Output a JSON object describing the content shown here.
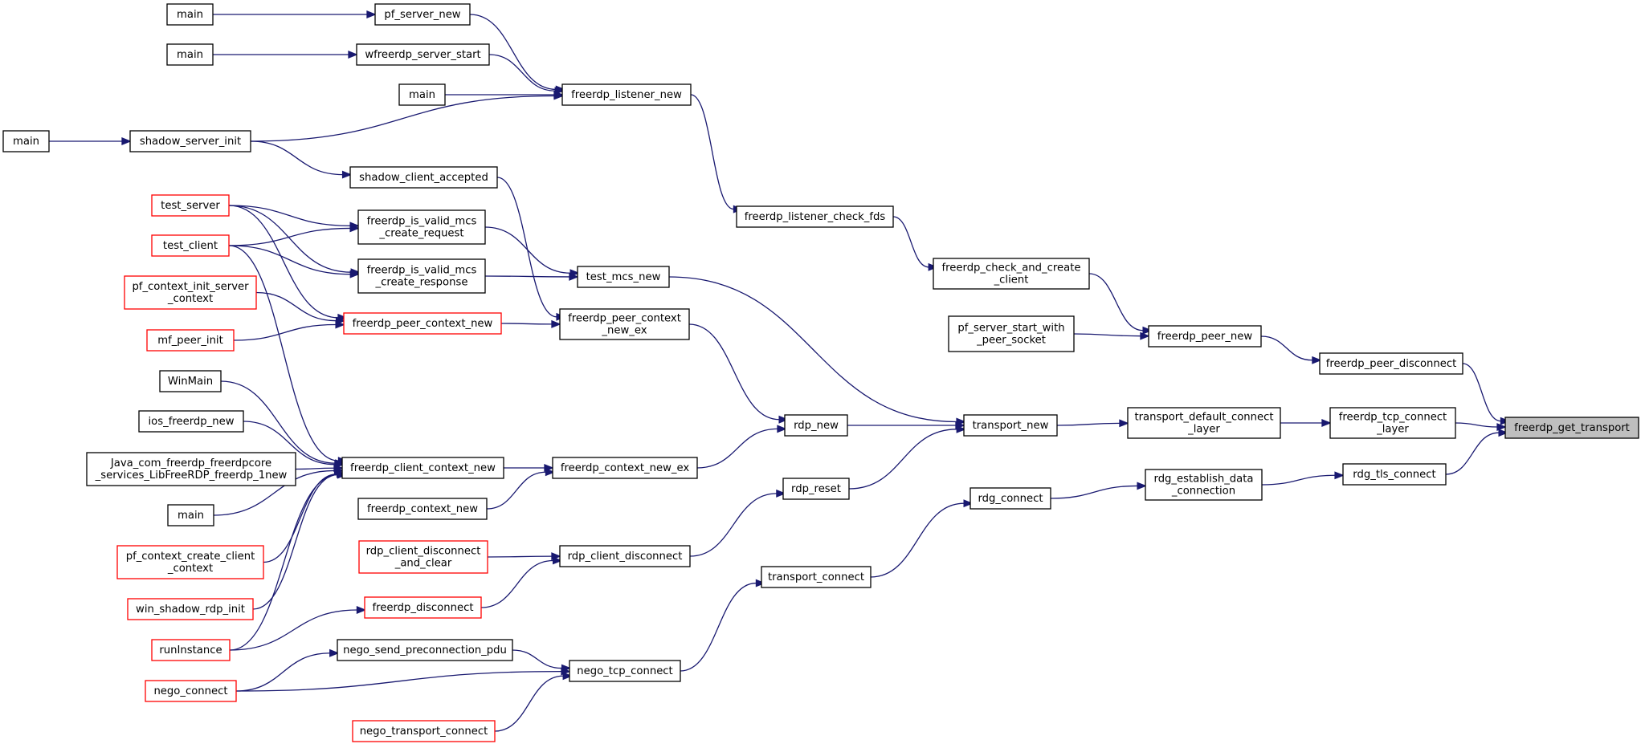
{
  "graph": {
    "root": "n_get_transport",
    "nodes": [
      {
        "id": "n_get_transport",
        "lines": [
          "freerdp_get_transport"
        ],
        "kind": "root"
      },
      {
        "id": "n_peer_disconnect",
        "lines": [
          "freerdp_peer_disconnect"
        ],
        "kind": "normal"
      },
      {
        "id": "n_tcp_connect_layer",
        "lines": [
          "freerdp_tcp_connect",
          "_layer"
        ],
        "kind": "normal"
      },
      {
        "id": "n_rdg_tls_connect",
        "lines": [
          "rdg_tls_connect"
        ],
        "kind": "normal"
      },
      {
        "id": "n_peer_new",
        "lines": [
          "freerdp_peer_new"
        ],
        "kind": "normal"
      },
      {
        "id": "n_transport_default",
        "lines": [
          "transport_default_connect",
          "_layer"
        ],
        "kind": "normal"
      },
      {
        "id": "n_rdg_establish",
        "lines": [
          "rdg_establish_data",
          "_connection"
        ],
        "kind": "normal"
      },
      {
        "id": "n_check_create",
        "lines": [
          "freerdp_check_and_create",
          "_client"
        ],
        "kind": "normal"
      },
      {
        "id": "n_pf_server_start",
        "lines": [
          "pf_server_start_with",
          "_peer_socket"
        ],
        "kind": "normal"
      },
      {
        "id": "n_transport_new",
        "lines": [
          "transport_new"
        ],
        "kind": "normal"
      },
      {
        "id": "n_rdg_connect",
        "lines": [
          "rdg_connect"
        ],
        "kind": "normal"
      },
      {
        "id": "n_listener_check",
        "lines": [
          "freerdp_listener_check_fds"
        ],
        "kind": "normal"
      },
      {
        "id": "n_listener_new",
        "lines": [
          "freerdp_listener_new"
        ],
        "kind": "normal"
      },
      {
        "id": "n_pf_server_new",
        "lines": [
          "pf_server_new"
        ],
        "kind": "normal"
      },
      {
        "id": "n_wfreerdp_start",
        "lines": [
          "wfreerdp_server_start"
        ],
        "kind": "normal"
      },
      {
        "id": "n_main1",
        "lines": [
          "main"
        ],
        "kind": "normal"
      },
      {
        "id": "n_main2",
        "lines": [
          "main"
        ],
        "kind": "normal"
      },
      {
        "id": "n_main3",
        "lines": [
          "main"
        ],
        "kind": "normal"
      },
      {
        "id": "n_main4",
        "lines": [
          "main"
        ],
        "kind": "normal"
      },
      {
        "id": "n_shadow_init",
        "lines": [
          "shadow_server_init"
        ],
        "kind": "normal"
      },
      {
        "id": "n_shadow_accepted",
        "lines": [
          "shadow_client_accepted"
        ],
        "kind": "normal"
      },
      {
        "id": "n_test_mcs_new",
        "lines": [
          "test_mcs_new"
        ],
        "kind": "normal"
      },
      {
        "id": "n_valid_req",
        "lines": [
          "freerdp_is_valid_mcs",
          "_create_request"
        ],
        "kind": "normal"
      },
      {
        "id": "n_valid_resp",
        "lines": [
          "freerdp_is_valid_mcs",
          "_create_response"
        ],
        "kind": "normal"
      },
      {
        "id": "n_test_server",
        "lines": [
          "test_server"
        ],
        "kind": "red"
      },
      {
        "id": "n_test_client",
        "lines": [
          "test_client"
        ],
        "kind": "red"
      },
      {
        "id": "n_rdp_new",
        "lines": [
          "rdp_new"
        ],
        "kind": "normal"
      },
      {
        "id": "n_peer_ctx_ex",
        "lines": [
          "freerdp_peer_context",
          "_new_ex"
        ],
        "kind": "normal"
      },
      {
        "id": "n_peer_ctx_new",
        "lines": [
          "freerdp_peer_context_new"
        ],
        "kind": "red"
      },
      {
        "id": "n_pf_ctx_init",
        "lines": [
          "pf_context_init_server",
          "_context"
        ],
        "kind": "red"
      },
      {
        "id": "n_mf_peer_init",
        "lines": [
          "mf_peer_init"
        ],
        "kind": "red"
      },
      {
        "id": "n_ctx_new_ex",
        "lines": [
          "freerdp_context_new_ex"
        ],
        "kind": "normal"
      },
      {
        "id": "n_client_ctx_new",
        "lines": [
          "freerdp_client_context_new"
        ],
        "kind": "normal"
      },
      {
        "id": "n_ctx_new",
        "lines": [
          "freerdp_context_new"
        ],
        "kind": "normal"
      },
      {
        "id": "n_winmain",
        "lines": [
          "WinMain"
        ],
        "kind": "normal"
      },
      {
        "id": "n_ios_new",
        "lines": [
          "ios_freerdp_new"
        ],
        "kind": "normal"
      },
      {
        "id": "n_java",
        "lines": [
          "Java_com_freerdp_freerdpcore",
          "_services_LibFreeRDP_freerdp_1new"
        ],
        "kind": "normal"
      },
      {
        "id": "n_main5",
        "lines": [
          "main"
        ],
        "kind": "normal"
      },
      {
        "id": "n_pf_ctx_create",
        "lines": [
          "pf_context_create_client",
          "_context"
        ],
        "kind": "red"
      },
      {
        "id": "n_win_shadow",
        "lines": [
          "win_shadow_rdp_init"
        ],
        "kind": "red"
      },
      {
        "id": "n_runinstance",
        "lines": [
          "runInstance"
        ],
        "kind": "red"
      },
      {
        "id": "n_rdp_reset",
        "lines": [
          "rdp_reset"
        ],
        "kind": "normal"
      },
      {
        "id": "n_rdp_client_disc",
        "lines": [
          "rdp_client_disconnect"
        ],
        "kind": "normal"
      },
      {
        "id": "n_rdp_client_disc_clear",
        "lines": [
          "rdp_client_disconnect",
          "_and_clear"
        ],
        "kind": "red"
      },
      {
        "id": "n_freerdp_disconnect",
        "lines": [
          "freerdp_disconnect"
        ],
        "kind": "red"
      },
      {
        "id": "n_transport_connect",
        "lines": [
          "transport_connect"
        ],
        "kind": "normal"
      },
      {
        "id": "n_nego_tcp",
        "lines": [
          "nego_tcp_connect"
        ],
        "kind": "normal"
      },
      {
        "id": "n_nego_send",
        "lines": [
          "nego_send_preconnection_pdu"
        ],
        "kind": "normal"
      },
      {
        "id": "n_nego_connect",
        "lines": [
          "nego_connect"
        ],
        "kind": "red"
      },
      {
        "id": "n_nego_transport",
        "lines": [
          "nego_transport_connect"
        ],
        "kind": "red"
      }
    ],
    "edges": [
      {
        "from": "n_main1",
        "to": "n_pf_server_new"
      },
      {
        "from": "n_main2",
        "to": "n_wfreerdp_start"
      },
      {
        "from": "n_main3",
        "to": "n_listener_new"
      },
      {
        "from": "n_main4",
        "to": "n_shadow_init"
      },
      {
        "from": "n_pf_server_new",
        "to": "n_listener_new"
      },
      {
        "from": "n_wfreerdp_start",
        "to": "n_listener_new"
      },
      {
        "from": "n_shadow_init",
        "to": "n_listener_new"
      },
      {
        "from": "n_shadow_init",
        "to": "n_shadow_accepted"
      },
      {
        "from": "n_listener_new",
        "to": "n_listener_check"
      },
      {
        "from": "n_listener_check",
        "to": "n_check_create"
      },
      {
        "from": "n_check_create",
        "to": "n_peer_new"
      },
      {
        "from": "n_pf_server_start",
        "to": "n_peer_new"
      },
      {
        "from": "n_peer_new",
        "to": "n_peer_disconnect"
      },
      {
        "from": "n_peer_disconnect",
        "to": "n_get_transport"
      },
      {
        "from": "n_test_server",
        "to": "n_valid_req"
      },
      {
        "from": "n_test_client",
        "to": "n_valid_req"
      },
      {
        "from": "n_test_server",
        "to": "n_valid_resp"
      },
      {
        "from": "n_test_client",
        "to": "n_valid_resp"
      },
      {
        "from": "n_valid_req",
        "to": "n_test_mcs_new"
      },
      {
        "from": "n_valid_resp",
        "to": "n_test_mcs_new"
      },
      {
        "from": "n_test_mcs_new",
        "to": "n_transport_new"
      },
      {
        "from": "n_shadow_accepted",
        "to": "n_peer_ctx_ex"
      },
      {
        "from": "n_test_server",
        "to": "n_peer_ctx_new"
      },
      {
        "from": "n_pf_ctx_init",
        "to": "n_peer_ctx_new"
      },
      {
        "from": "n_mf_peer_init",
        "to": "n_peer_ctx_new"
      },
      {
        "from": "n_peer_ctx_new",
        "to": "n_peer_ctx_ex"
      },
      {
        "from": "n_peer_ctx_ex",
        "to": "n_rdp_new"
      },
      {
        "from": "n_rdp_new",
        "to": "n_transport_new"
      },
      {
        "from": "n_transport_new",
        "to": "n_transport_default"
      },
      {
        "from": "n_transport_default",
        "to": "n_tcp_connect_layer"
      },
      {
        "from": "n_tcp_connect_layer",
        "to": "n_get_transport"
      },
      {
        "from": "n_winmain",
        "to": "n_client_ctx_new"
      },
      {
        "from": "n_ios_new",
        "to": "n_client_ctx_new"
      },
      {
        "from": "n_java",
        "to": "n_client_ctx_new"
      },
      {
        "from": "n_main5",
        "to": "n_client_ctx_new"
      },
      {
        "from": "n_pf_ctx_create",
        "to": "n_client_ctx_new"
      },
      {
        "from": "n_win_shadow",
        "to": "n_client_ctx_new"
      },
      {
        "from": "n_runinstance",
        "to": "n_client_ctx_new"
      },
      {
        "from": "n_test_client",
        "to": "n_client_ctx_new"
      },
      {
        "from": "n_client_ctx_new",
        "to": "n_ctx_new_ex"
      },
      {
        "from": "n_ctx_new",
        "to": "n_ctx_new_ex"
      },
      {
        "from": "n_ctx_new_ex",
        "to": "n_rdp_new"
      },
      {
        "from": "n_rdp_reset",
        "to": "n_transport_new"
      },
      {
        "from": "n_rdp_client_disc",
        "to": "n_rdp_reset"
      },
      {
        "from": "n_rdp_client_disc_clear",
        "to": "n_rdp_client_disc"
      },
      {
        "from": "n_freerdp_disconnect",
        "to": "n_rdp_client_disc"
      },
      {
        "from": "n_runinstance",
        "to": "n_freerdp_disconnect"
      },
      {
        "from": "n_transport_connect",
        "to": "n_rdg_connect"
      },
      {
        "from": "n_rdg_connect",
        "to": "n_rdg_establish"
      },
      {
        "from": "n_rdg_establish",
        "to": "n_rdg_tls_connect"
      },
      {
        "from": "n_rdg_tls_connect",
        "to": "n_get_transport"
      },
      {
        "from": "n_nego_tcp",
        "to": "n_transport_connect"
      },
      {
        "from": "n_nego_send",
        "to": "n_nego_tcp"
      },
      {
        "from": "n_nego_connect",
        "to": "n_nego_send"
      },
      {
        "from": "n_nego_connect",
        "to": "n_nego_tcp"
      },
      {
        "from": "n_nego_transport",
        "to": "n_nego_tcp"
      }
    ]
  },
  "colors": {
    "edge": "#191970",
    "root_fill": "#bfbfbf",
    "node_border": "#000000",
    "truncated_border": "#ff0000",
    "background": "#ffffff"
  }
}
